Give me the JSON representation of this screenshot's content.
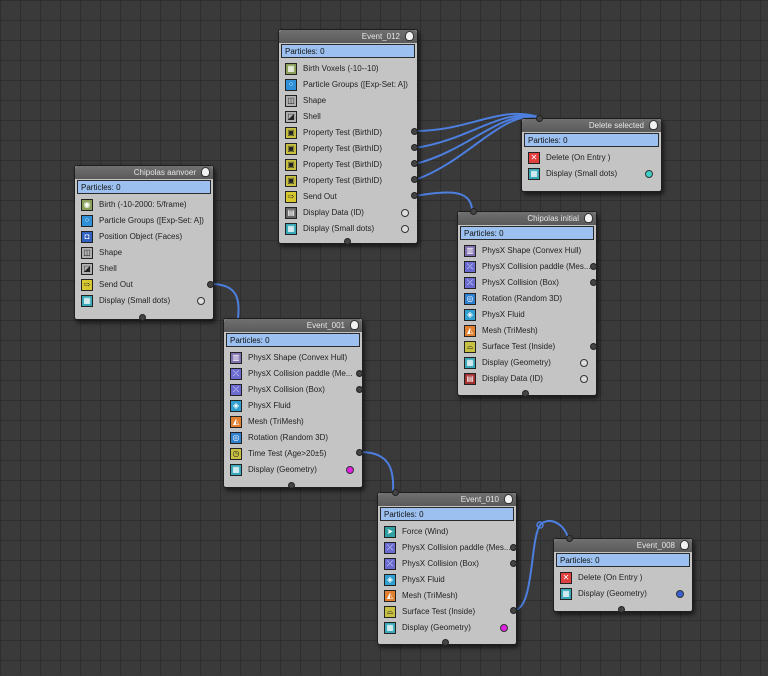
{
  "nodes": {
    "event_012": {
      "title": "Event_012",
      "particles": "Particles: 0",
      "ops": [
        {
          "label": "Birth Voxels (-10--10)",
          "icon": "birth-voxels-icon",
          "color": "#8aa05a"
        },
        {
          "label": "Particle Groups ([Exp-Set: A])",
          "icon": "particle-groups-icon",
          "color": "#2f90d8"
        },
        {
          "label": "Shape",
          "icon": "shape-icon",
          "color": "#b0b0b0"
        },
        {
          "label": "Shell",
          "icon": "shell-icon",
          "color": "#b0b0b0"
        },
        {
          "label": "Property Test (BirthID)",
          "icon": "property-test-icon",
          "color": "#c8c040"
        },
        {
          "label": "Property Test (BirthID)",
          "icon": "property-test-icon",
          "color": "#c8c040"
        },
        {
          "label": "Property Test (BirthID)",
          "icon": "property-test-icon",
          "color": "#c8c040"
        },
        {
          "label": "Property Test (BirthID)",
          "icon": "property-test-icon",
          "color": "#c8c040"
        },
        {
          "label": "Send Out",
          "icon": "send-out-icon",
          "color": "#d8c830"
        },
        {
          "label": "Display Data (ID)",
          "icon": "display-data-icon",
          "color": "#666666"
        },
        {
          "label": "Display (Small dots)",
          "icon": "display-icon",
          "color": "#3aa8b8"
        }
      ]
    },
    "delete_selected": {
      "title": "Delete selected",
      "particles": "Particles: 0",
      "ops": [
        {
          "label": "Delete (On Entry )",
          "icon": "delete-icon",
          "color": "#e04040"
        },
        {
          "label": "Display (Small dots)",
          "icon": "display-icon",
          "color": "#3aa8b8"
        }
      ]
    },
    "chipolas_aanvoer": {
      "title": "Chipolas aanvoer",
      "particles": "Particles: 0",
      "ops": [
        {
          "label": "Birth (-10-2000: 5/frame)",
          "icon": "birth-icon",
          "color": "#8aa05a"
        },
        {
          "label": "Particle Groups ([Exp-Set: A])",
          "icon": "particle-groups-icon",
          "color": "#2f90d8"
        },
        {
          "label": "Position Object (Faces)",
          "icon": "position-object-icon",
          "color": "#3060c0"
        },
        {
          "label": "Shape",
          "icon": "shape-icon",
          "color": "#b0b0b0"
        },
        {
          "label": "Shell",
          "icon": "shell-icon",
          "color": "#b0b0b0"
        },
        {
          "label": "Send Out",
          "icon": "send-out-icon",
          "color": "#d8c830"
        },
        {
          "label": "Display (Small dots)",
          "icon": "display-icon",
          "color": "#3aa8b8"
        }
      ]
    },
    "chipolas_initial": {
      "title": "Chipolas initial",
      "particles": "Particles: 0",
      "ops": [
        {
          "label": "PhysX Shape (Convex Hull)",
          "icon": "physx-shape-icon",
          "color": "#8070b0"
        },
        {
          "label": "PhysX Collision paddle (Mes...",
          "icon": "physx-collision-icon",
          "color": "#6a6ad0"
        },
        {
          "label": "PhysX Collision (Box)",
          "icon": "physx-collision-icon",
          "color": "#6a6ad0"
        },
        {
          "label": "Rotation (Random 3D)",
          "icon": "rotation-icon",
          "color": "#3080d0"
        },
        {
          "label": "PhysX Fluid",
          "icon": "physx-fluid-icon",
          "color": "#30a0d0"
        },
        {
          "label": "Mesh (TriMesh)",
          "icon": "mesh-icon",
          "color": "#e08030"
        },
        {
          "label": "Surface Test (Inside)",
          "icon": "surface-test-icon",
          "color": "#c8c040"
        },
        {
          "label": "Display (Geometry)",
          "icon": "display-icon",
          "color": "#3aa8b8"
        },
        {
          "label": "Display Data (ID)",
          "icon": "display-data-icon",
          "color": "#a03030"
        }
      ]
    },
    "event_001": {
      "title": "Event_001",
      "particles": "Particles: 0",
      "ops": [
        {
          "label": "PhysX Shape (Convex Hull)",
          "icon": "physx-shape-icon",
          "color": "#8070b0"
        },
        {
          "label": "PhysX Collision paddle (Me...",
          "icon": "physx-collision-icon",
          "color": "#6a6ad0"
        },
        {
          "label": "PhysX Collision (Box)",
          "icon": "physx-collision-icon",
          "color": "#6a6ad0"
        },
        {
          "label": "PhysX Fluid",
          "icon": "physx-fluid-icon",
          "color": "#30a0d0"
        },
        {
          "label": "Mesh (TriMesh)",
          "icon": "mesh-icon",
          "color": "#e08030"
        },
        {
          "label": "Rotation (Random 3D)",
          "icon": "rotation-icon",
          "color": "#3080d0"
        },
        {
          "label": "Time Test (Age>20±5)",
          "icon": "time-test-icon",
          "color": "#c8c040"
        },
        {
          "label": "Display (Geometry)",
          "icon": "display-icon",
          "color": "#3aa8b8"
        }
      ]
    },
    "event_010": {
      "title": "Event_010",
      "particles": "Particles: 0",
      "ops": [
        {
          "label": "Force (Wind)",
          "icon": "force-icon",
          "color": "#30a0a0"
        },
        {
          "label": "PhysX Collision paddle (Mes...",
          "icon": "physx-collision-icon",
          "color": "#6a6ad0"
        },
        {
          "label": "PhysX Collision (Box)",
          "icon": "physx-collision-icon",
          "color": "#6a6ad0"
        },
        {
          "label": "PhysX Fluid",
          "icon": "physx-fluid-icon",
          "color": "#30a0d0"
        },
        {
          "label": "Mesh (TriMesh)",
          "icon": "mesh-icon",
          "color": "#e08030"
        },
        {
          "label": "Surface Test (Inside)",
          "icon": "surface-test-icon",
          "color": "#c8c040"
        },
        {
          "label": "Display (Geometry)",
          "icon": "display-icon",
          "color": "#3aa8b8"
        }
      ]
    },
    "event_008": {
      "title": "Event_008",
      "particles": "Particles: 0",
      "ops": [
        {
          "label": "Delete (On Entry )",
          "icon": "delete-icon",
          "color": "#e04040"
        },
        {
          "label": "Display (Geometry)",
          "icon": "display-icon",
          "color": "#3aa8b8"
        }
      ]
    }
  },
  "colors": {
    "wire": "#4d7fe0",
    "particles_bar": "#9cc0ef",
    "magenta_dot": "#e020e0",
    "teal_dot": "#40d0c8",
    "blue_dot": "#3a5fd0"
  }
}
